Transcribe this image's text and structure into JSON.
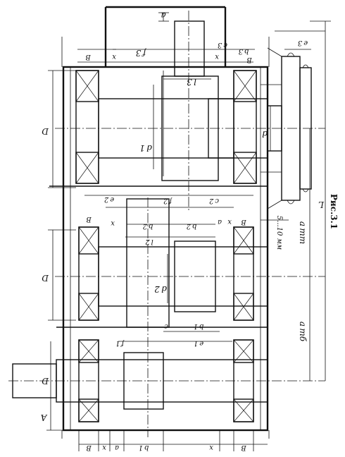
{
  "caption": "Рис.3.1",
  "dims": {
    "a_top": "a",
    "f3": "f 3",
    "c3": "c 3",
    "e3": "e 3",
    "b3": "b 3",
    "L": "L",
    "D_upper": "D",
    "d1": "d 1",
    "d": "d",
    "l3": "l 3",
    "e2": "e 2",
    "f2": "f 2",
    "c2": "c 2",
    "b2_left": "b 2",
    "b2_right": "b 2",
    "l2": "l 2",
    "D_middle": "D",
    "d2": "d 2",
    "a_mid": "a",
    "B_mid_l": "B",
    "B_mid_r": "B",
    "x_mid_l": "x",
    "x_mid_r": "x",
    "gap": "5...10 мм",
    "a_tt": "a тт",
    "a_tb": "a тб",
    "c": "c",
    "b1_top": "b 1",
    "e1": "e 1",
    "f1": "f 1",
    "D_lower": "D",
    "A": "A",
    "B_bot_l": "B",
    "x_bot_l": "x",
    "a_bot": "a",
    "b1_bot": "b 1",
    "x_bot_r": "x",
    "B_bot_r": "B",
    "B_top_l": "B",
    "B_top_r": "B",
    "x_top_l": "x",
    "x_top_r": "x"
  }
}
